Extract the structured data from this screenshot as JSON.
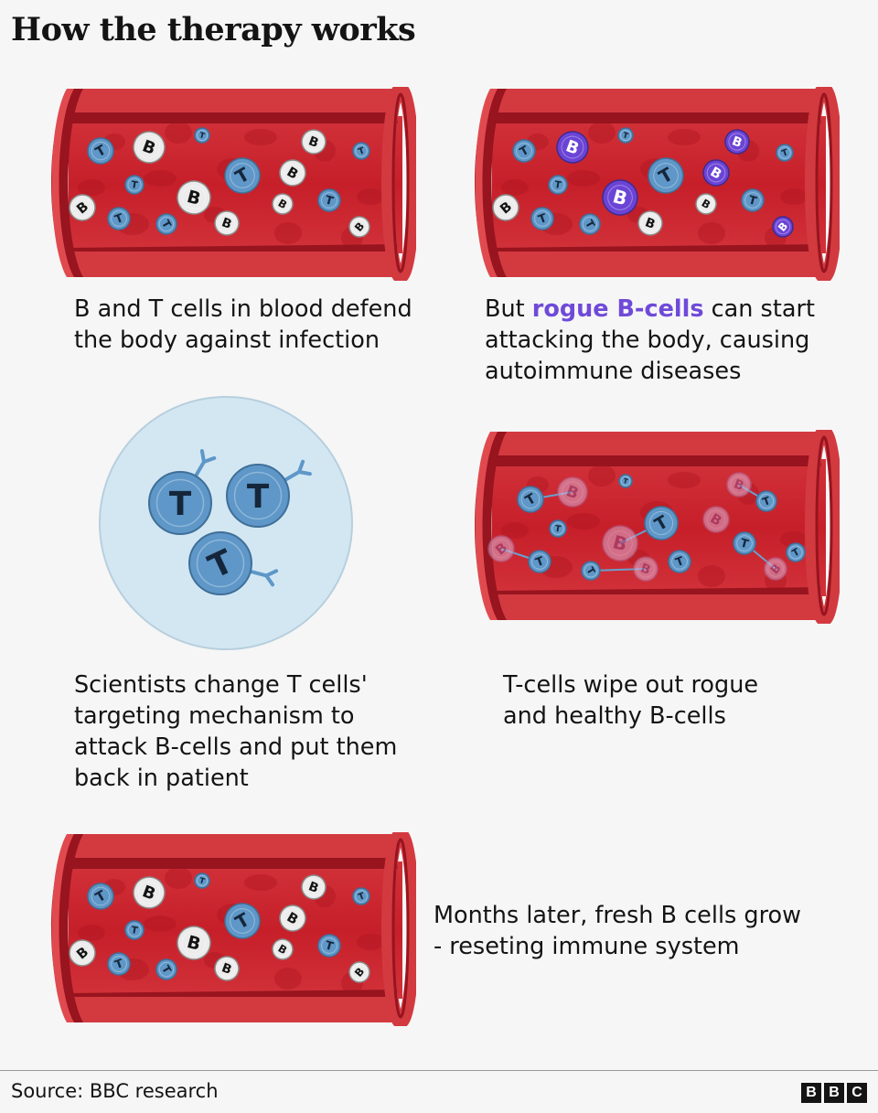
{
  "title": "How the therapy works",
  "steps": [
    {
      "id": "healthy",
      "caption_lines": [
        "B and T cells in blood defend",
        "the body against infection"
      ]
    },
    {
      "id": "rogue",
      "caption_prefix": "But ",
      "caption_highlight": "rogue B-cells",
      "caption_suffix": " can start",
      "caption_lines_rest": [
        "attacking the body, causing",
        "autoimmune diseases"
      ]
    },
    {
      "id": "modify",
      "caption_lines": [
        "Scientists change T cells'",
        "targeting mechanism to",
        "attack B-cells and put them",
        "back in patient"
      ]
    },
    {
      "id": "attack",
      "caption_lines": [
        "T-cells wipe out rogue",
        "and healthy B-cells"
      ]
    },
    {
      "id": "reset",
      "caption_lines": [
        "Months later, fresh B cells grow",
        "- reseting immune system"
      ]
    }
  ],
  "cell_letters": {
    "b": "B",
    "t": "T"
  },
  "colors": {
    "vessel": "#c8202c",
    "vessel_dark": "#98141e",
    "t_cell": "#5e97c8",
    "b_cell": "#ececec",
    "rogue_b_cell": "#6b44d6",
    "highlight": "#6f4ad9"
  },
  "source": "Source: BBC research",
  "logo": [
    "B",
    "B",
    "C"
  ]
}
